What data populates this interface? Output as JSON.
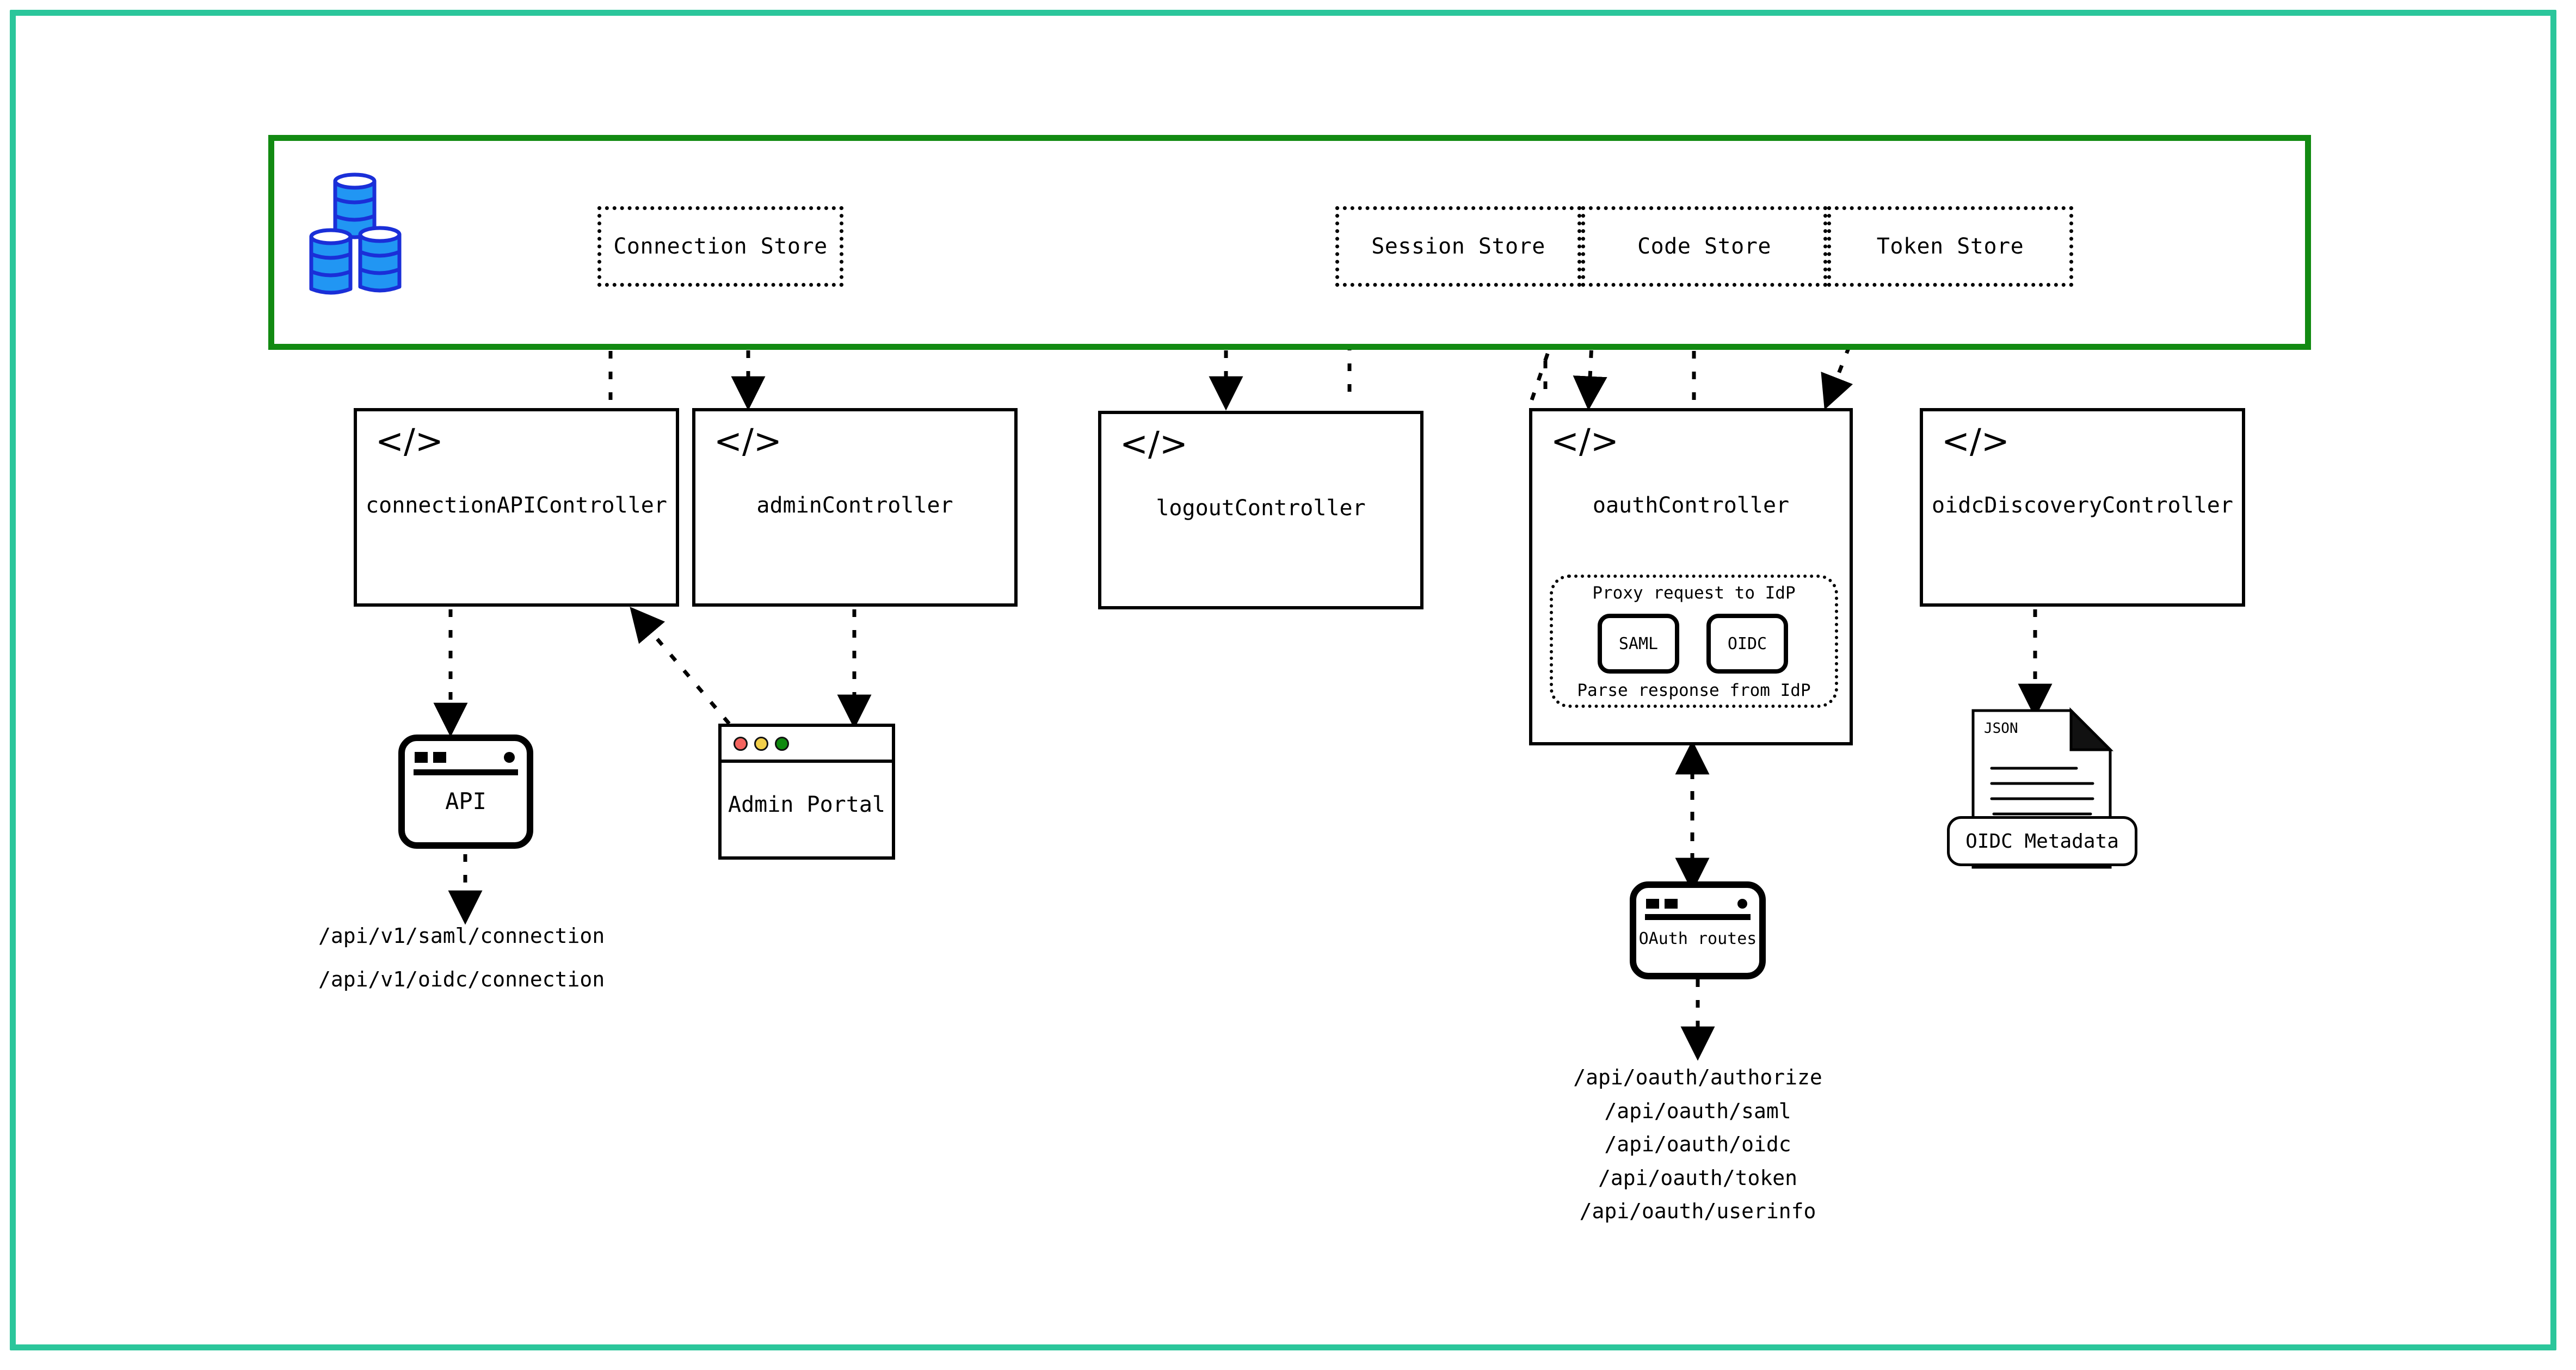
{
  "frame": {
    "accent_color": "#2bc69b"
  },
  "store_band": {
    "border_color": "#128a12",
    "db_icon": "database-cylinders-icon",
    "stores": [
      {
        "name": "connection-store",
        "label": "Connection Store"
      },
      {
        "name": "session-store",
        "label": "Session Store"
      },
      {
        "name": "code-store",
        "label": "Code Store"
      },
      {
        "name": "token-store",
        "label": "Token Store"
      }
    ]
  },
  "controllers": [
    {
      "name": "connection-api-controller",
      "label": "connectionAPIController",
      "icon": "code-tag-icon"
    },
    {
      "name": "admin-controller",
      "label": "adminController",
      "icon": "code-tag-icon"
    },
    {
      "name": "logout-controller",
      "label": "logoutController",
      "icon": "code-tag-icon"
    },
    {
      "name": "oauth-controller",
      "label": "oauthController",
      "icon": "code-tag-icon"
    },
    {
      "name": "oidc-discovery-controller",
      "label": "oidcDiscoveryController",
      "icon": "code-tag-icon"
    }
  ],
  "proxy_group": {
    "top_label": "Proxy request to IdP",
    "bottom_label": "Parse response from IdP",
    "protocols": [
      {
        "name": "saml-pill",
        "label": "SAML"
      },
      {
        "name": "oidc-pill",
        "label": "OIDC"
      }
    ]
  },
  "nodes": {
    "api": {
      "label": "API"
    },
    "admin_portal": {
      "label": "Admin Portal",
      "traffic_lights": [
        {
          "name": "close-light",
          "color": "#f4645f"
        },
        {
          "name": "minimize-light",
          "color": "#f2cf4a"
        },
        {
          "name": "maximize-light",
          "color": "#0f8a0f"
        }
      ]
    },
    "oauth_routes": {
      "label": "OAuth routes"
    },
    "oidc_metadata": {
      "doc_type": "JSON",
      "badge_label": "OIDC Metadata"
    }
  },
  "endpoints": {
    "connection_api": [
      "/api/v1/saml/connection",
      "/api/v1/oidc/connection"
    ],
    "oauth": [
      "/api/oauth/authorize",
      "/api/oauth/saml",
      "/api/oauth/oidc",
      "/api/oauth/token",
      "/api/oauth/userinfo"
    ]
  }
}
